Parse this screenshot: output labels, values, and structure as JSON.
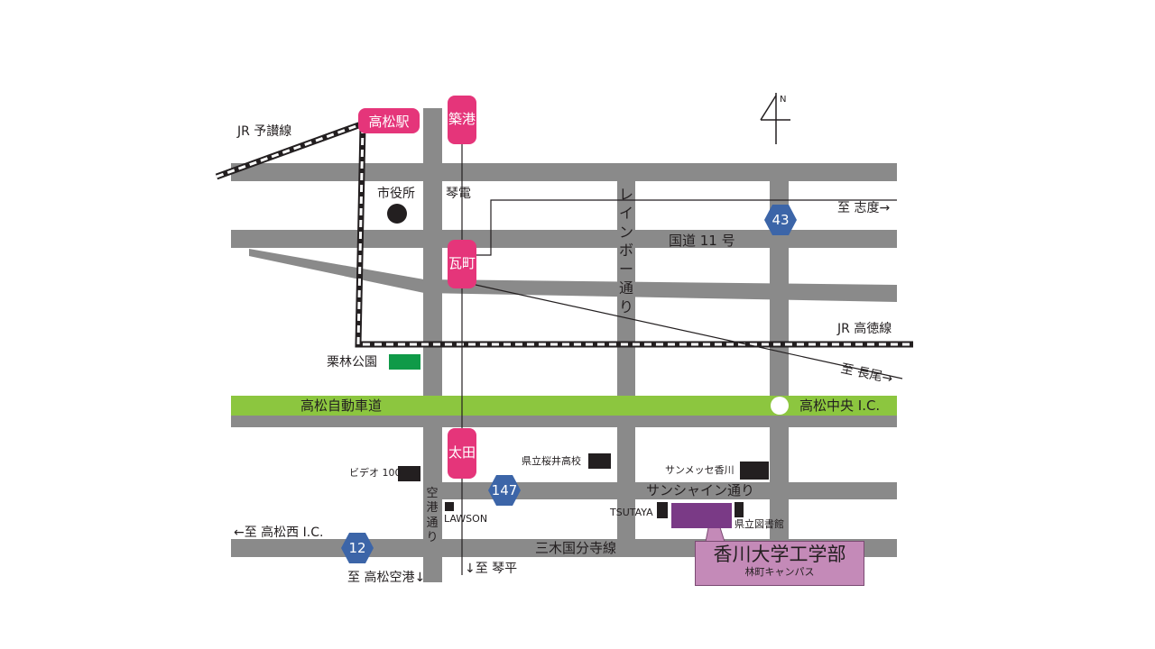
{
  "map": {
    "labels": {
      "jr_yosan": "JR 予讃線",
      "shiyakusho": "市役所",
      "kotoden": "琴電",
      "rainbow_dori": "レインボー通り",
      "shido": "至 志度→",
      "kokudo11": "国道 11 号",
      "jr_kotoku": "JR 高徳線",
      "nagao": "至 長尾→",
      "ritsurin": "栗林公園",
      "expressway": "高松自動車道",
      "chuo_ic": "高松中央 I.C.",
      "sakurai": "県立桜井高校",
      "video100": "ビデオ 100",
      "sunmesse": "サンメッセ香川",
      "sunshine": "サンシャイン通り",
      "tsutaya": "TSUTAYA",
      "library": "県立図書館",
      "lawson": "LAWSON",
      "kuko_dori": "空港通り",
      "nishi_ic": "←至 高松西 I.C.",
      "miki": "三木国分寺線",
      "airport": "至 高松空港↓",
      "kotohira": "↓至 琴平",
      "north": "N"
    },
    "stations": {
      "takamatsu": "高松駅",
      "chikko": "築港",
      "kawaramachi": "瓦町",
      "ota": "太田"
    },
    "routes": {
      "r43": "43",
      "r147": "147",
      "r12": "12"
    },
    "callout": {
      "title": "香川大学工学部",
      "subtitle": "林町キャンパス"
    },
    "colors": {
      "road": "#8a8a8a",
      "expressway": "#8cc63f",
      "station": "#e5357a",
      "route_sign": "#3c65a8",
      "park": "#0f9a48",
      "campus": "#7a3a86",
      "callout": "#c48ab8"
    }
  }
}
